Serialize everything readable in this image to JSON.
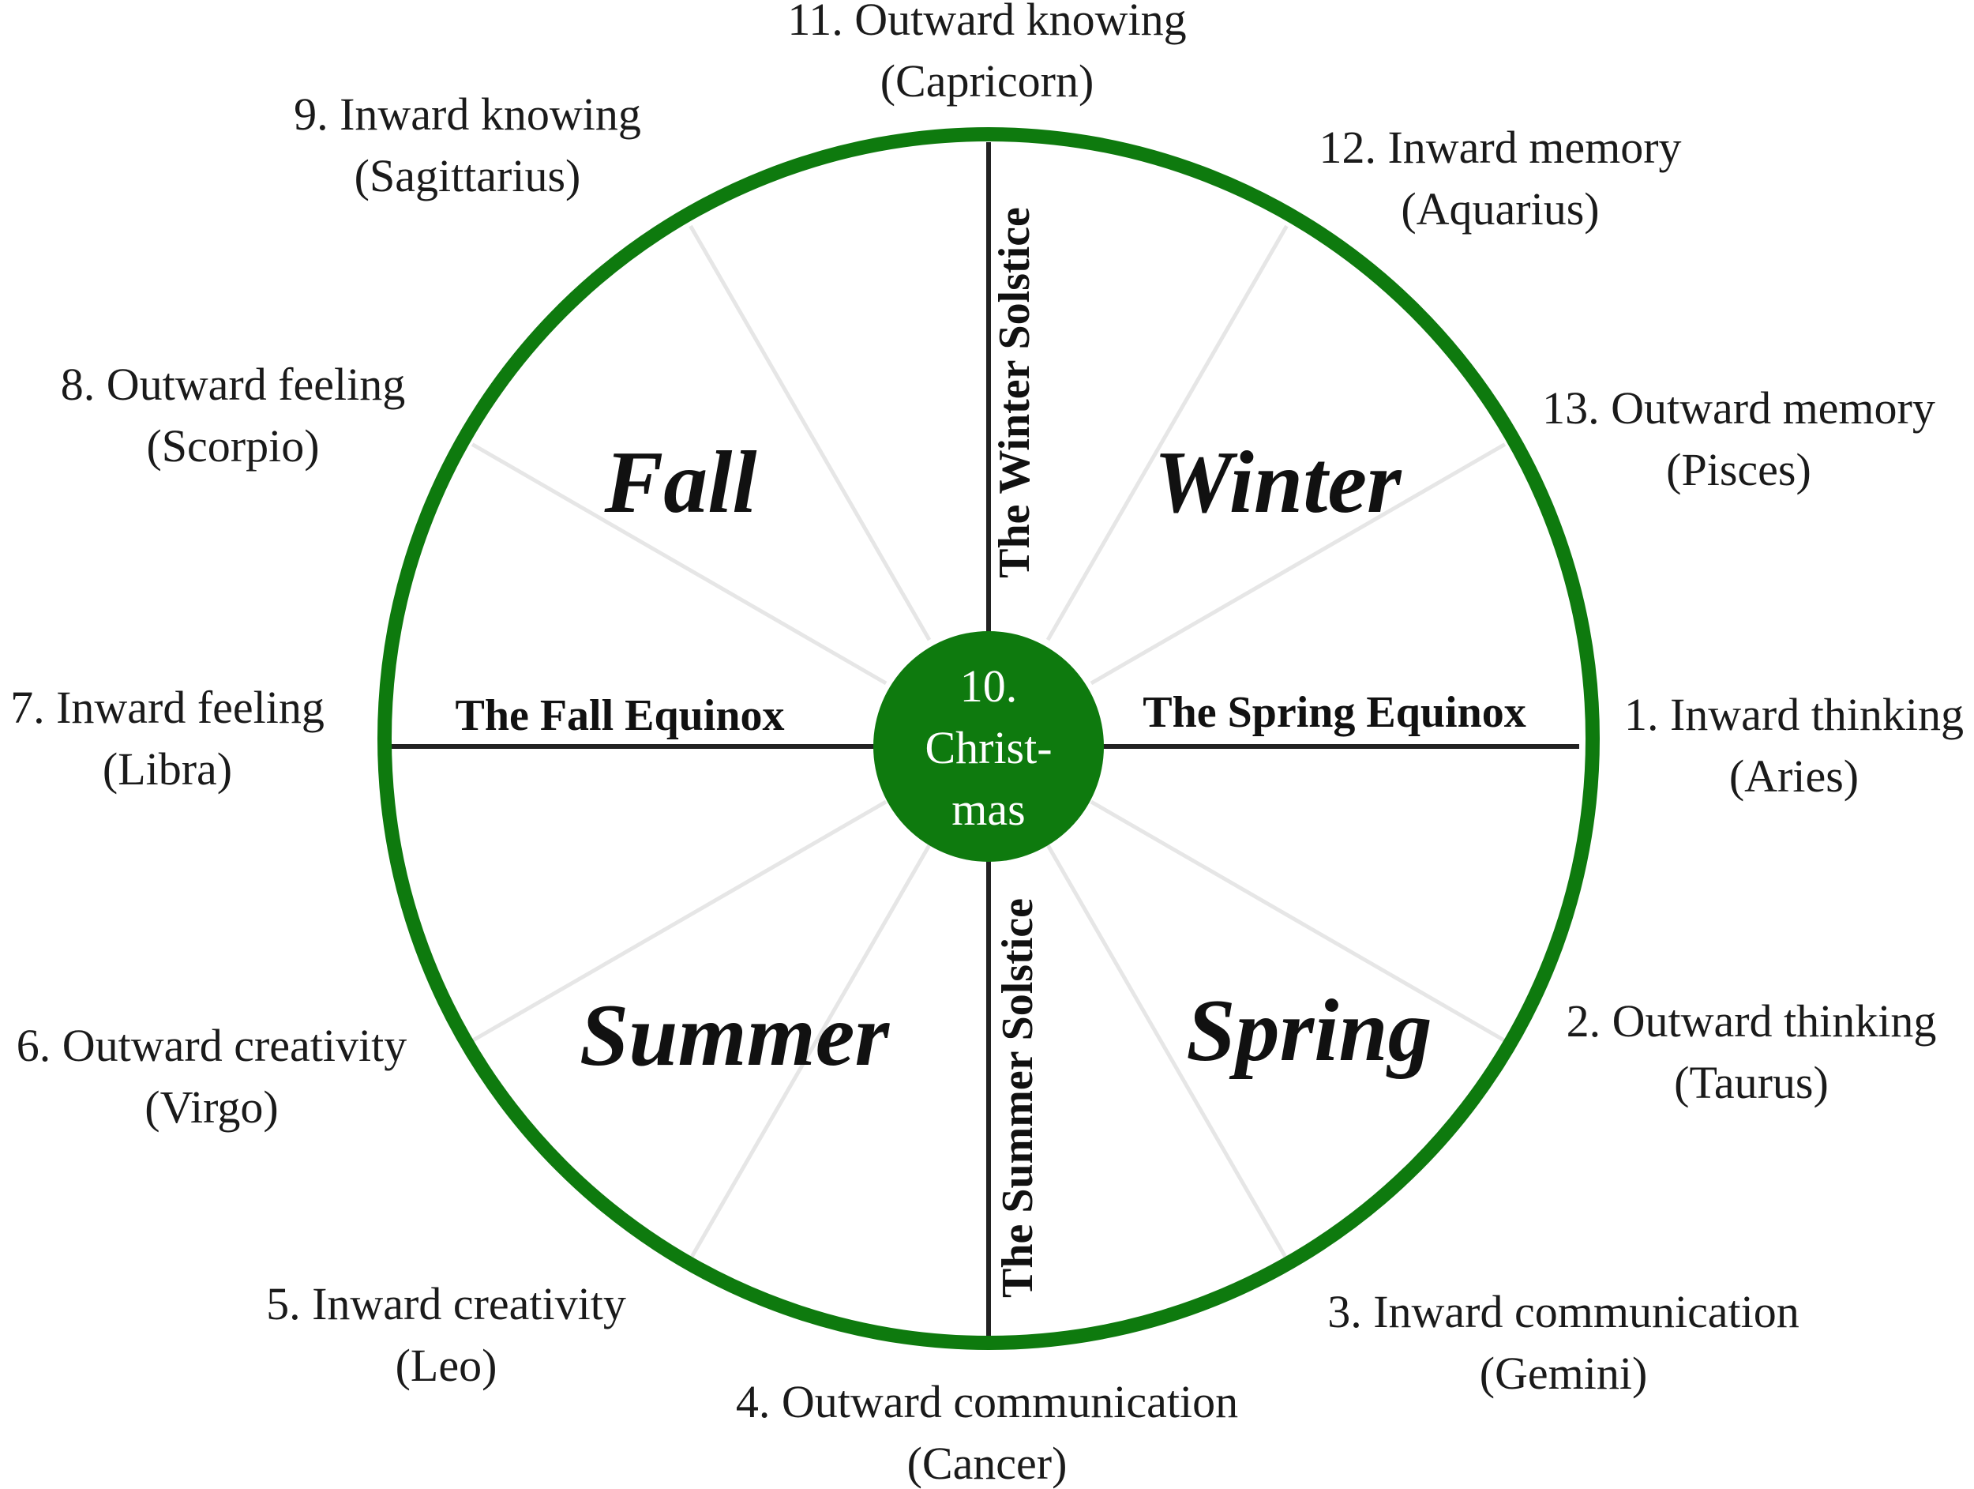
{
  "colors": {
    "ring": "#0e7a0e",
    "hub": "#0e7a0e",
    "axis": "#222222",
    "spoke": "#e6e6e6"
  },
  "center": {
    "line1": "10.",
    "line2": "Christ-",
    "line3": "mas"
  },
  "seasons": {
    "fall": "Fall",
    "winter": "Winter",
    "summer": "Summer",
    "spring": "Spring"
  },
  "axes": {
    "fall_equinox": "The Fall Equinox",
    "spring_equinox": "The Spring Equinox",
    "winter_solstice": "The Winter Solstice",
    "summer_solstice": "The Summer Solstice"
  },
  "segments": [
    {
      "line1": "1. Inward thinking",
      "line2": "(Aries)"
    },
    {
      "line1": "2. Outward thinking",
      "line2": "(Taurus)"
    },
    {
      "line1": "3. Inward communication",
      "line2": "(Gemini)"
    },
    {
      "line1": "4. Outward communication",
      "line2": "(Cancer)"
    },
    {
      "line1": "5. Inward creativity",
      "line2": "(Leo)"
    },
    {
      "line1": "6. Outward creativity",
      "line2": "(Virgo)"
    },
    {
      "line1": "7. Inward feeling",
      "line2": "(Libra)"
    },
    {
      "line1": "8. Outward feeling",
      "line2": "(Scorpio)"
    },
    {
      "line1": "9. Inward knowing",
      "line2": "(Sagittarius)"
    },
    {
      "line1": "11. Outward knowing",
      "line2": "(Capricorn)"
    },
    {
      "line1": "12. Inward memory",
      "line2": "(Aquarius)"
    },
    {
      "line1": "13. Outward memory",
      "line2": "(Pisces)"
    }
  ]
}
